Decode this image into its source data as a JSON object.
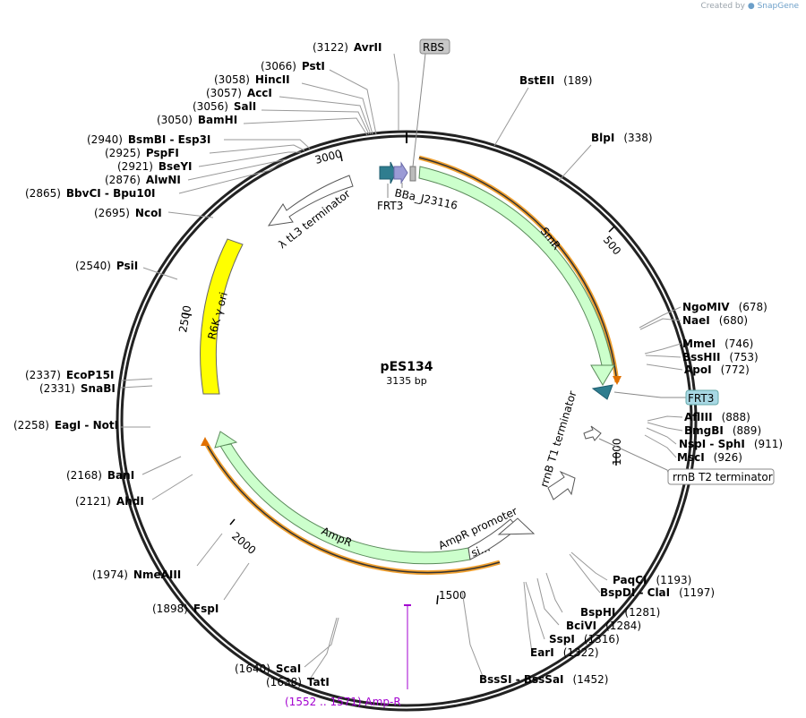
{
  "credit": {
    "created_by": "Created by",
    "brand": "SnapGene"
  },
  "plasmid": {
    "name": "pES134",
    "length_label": "3135 bp"
  },
  "ticks": [
    "500",
    "1000",
    "1500",
    "2000",
    "2500",
    "3000"
  ],
  "features": {
    "smr": "SmR",
    "ampr": "AmpR",
    "ampr_promoter": "AmpR promoter",
    "si": "si…",
    "r6k": "R6K γ ori",
    "tl3": "λ tL3 terminator",
    "rrnb_t1": "rrnB T1 terminator",
    "rrnb_t2": "rrnB T2 terminator",
    "frt3_top": "FRT3",
    "frt3_right": "FRT3",
    "bba": "BBa_J23116",
    "rbs": "RBS",
    "primer": "(1552 .. 1571)  Amp-R"
  },
  "sites_left": [
    {
      "pos": "(3122)",
      "name": "AvrII"
    },
    {
      "pos": "(3066)",
      "name": "PstI"
    },
    {
      "pos": "(3058)",
      "name": "HincII"
    },
    {
      "pos": "(3057)",
      "name": "AccI"
    },
    {
      "pos": "(3056)",
      "name": "SalI"
    },
    {
      "pos": "(3050)",
      "name": "BamHI"
    },
    {
      "pos": "(2940)",
      "name": "BsmBI  - Esp3I"
    },
    {
      "pos": "(2925)",
      "name": "PspFI"
    },
    {
      "pos": "(2921)",
      "name": "BseYI"
    },
    {
      "pos": "(2876)",
      "name": "AlwNI"
    },
    {
      "pos": "(2865)",
      "name": "BbvCI  - Bpu10I"
    },
    {
      "pos": "(2695)",
      "name": "NcoI"
    },
    {
      "pos": "(2540)",
      "name": "PsiI"
    },
    {
      "pos": "(2337)",
      "name": "EcoP15I"
    },
    {
      "pos": "(2331)",
      "name": "SnaBI"
    },
    {
      "pos": "(2258)",
      "name": "EagI  - NotI"
    },
    {
      "pos": "(2168)",
      "name": "BanI"
    },
    {
      "pos": "(2121)",
      "name": "AhdI"
    },
    {
      "pos": "(1974)",
      "name": "NmeAIII"
    },
    {
      "pos": "(1898)",
      "name": "FspI"
    },
    {
      "pos": "(1640)",
      "name": "ScaI"
    },
    {
      "pos": "(1638)",
      "name": "TatI"
    },
    {
      "pos": "(1322)",
      "name": "EarI"
    },
    {
      "pos": "(1316)",
      "name": "SspI"
    },
    {
      "pos": "(1284)",
      "name": "BciVI"
    }
  ],
  "sites_right": [
    {
      "name": "BstEII",
      "pos": "(189)"
    },
    {
      "name": "BlpI",
      "pos": "(338)"
    },
    {
      "name": "NgoMIV",
      "pos": "(678)"
    },
    {
      "name": "NaeI",
      "pos": "(680)"
    },
    {
      "name": "MmeI",
      "pos": "(746)"
    },
    {
      "name": "BssHII",
      "pos": "(753)"
    },
    {
      "name": "ApoI",
      "pos": "(772)"
    },
    {
      "name": "AflIII",
      "pos": "(888)"
    },
    {
      "name": "BmgBI",
      "pos": "(889)"
    },
    {
      "name": "NspI  - SphI",
      "pos": "(911)"
    },
    {
      "name": "MscI",
      "pos": "(926)"
    },
    {
      "name": "PaqCI",
      "pos": "(1193)"
    },
    {
      "name": "BspDI  - ClaI",
      "pos": "(1197)"
    },
    {
      "name": "BspHI",
      "pos": "(1281)"
    },
    {
      "name": "BssSI  - BssSaI",
      "pos": "(1452)"
    }
  ]
}
